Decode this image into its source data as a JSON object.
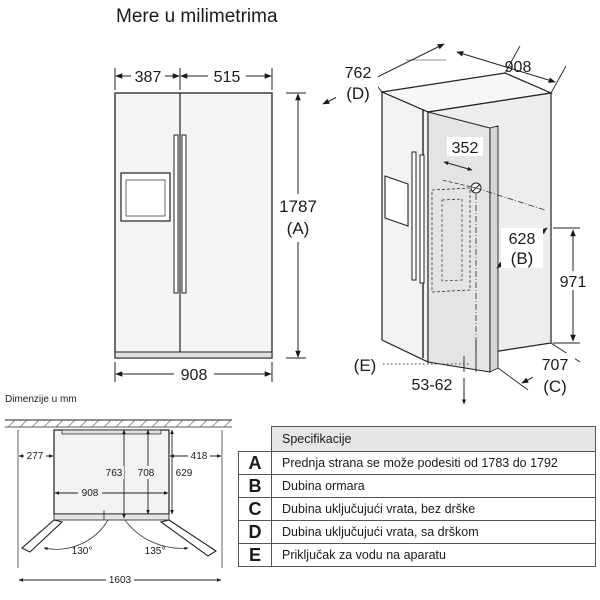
{
  "title": "Mere u milimetrima",
  "front_view": {
    "left_door": "387",
    "right_door": "515",
    "height": "1787",
    "height_code": "(A)",
    "width": "908"
  },
  "iso_view": {
    "top_width": "908",
    "depth_with_handle": "762",
    "depth_with_handle_code": "(D)",
    "water_offset": "352",
    "cabinet_depth": "628",
    "cabinet_depth_code": "(B)",
    "water_height": "971",
    "depth_no_handle": "707",
    "depth_no_handle_code": "(C)",
    "front_code": "(E)",
    "wall_gap": "53-62"
  },
  "plan_view": {
    "label": "Dimenzije u mm",
    "left_clearance": "277",
    "right_clearance": "418",
    "d763": "763",
    "d708": "708",
    "d629": "629",
    "width": "908",
    "angle_left": "130°",
    "angle_right": "135°",
    "total_open": "1603"
  },
  "spec_table": {
    "header": "Specifikacije",
    "rows": [
      {
        "letter": "A",
        "text": "Prednja strana se može podesiti od 1783 do 1792"
      },
      {
        "letter": "B",
        "text": "Dubina ormara"
      },
      {
        "letter": "C",
        "text": "Dubina uključujući vrata, bez drške"
      },
      {
        "letter": "D",
        "text": "Dubina uključujući vrata, sa drškom"
      },
      {
        "letter": "E",
        "text": "Priključak za vodu na aparatu"
      }
    ]
  }
}
